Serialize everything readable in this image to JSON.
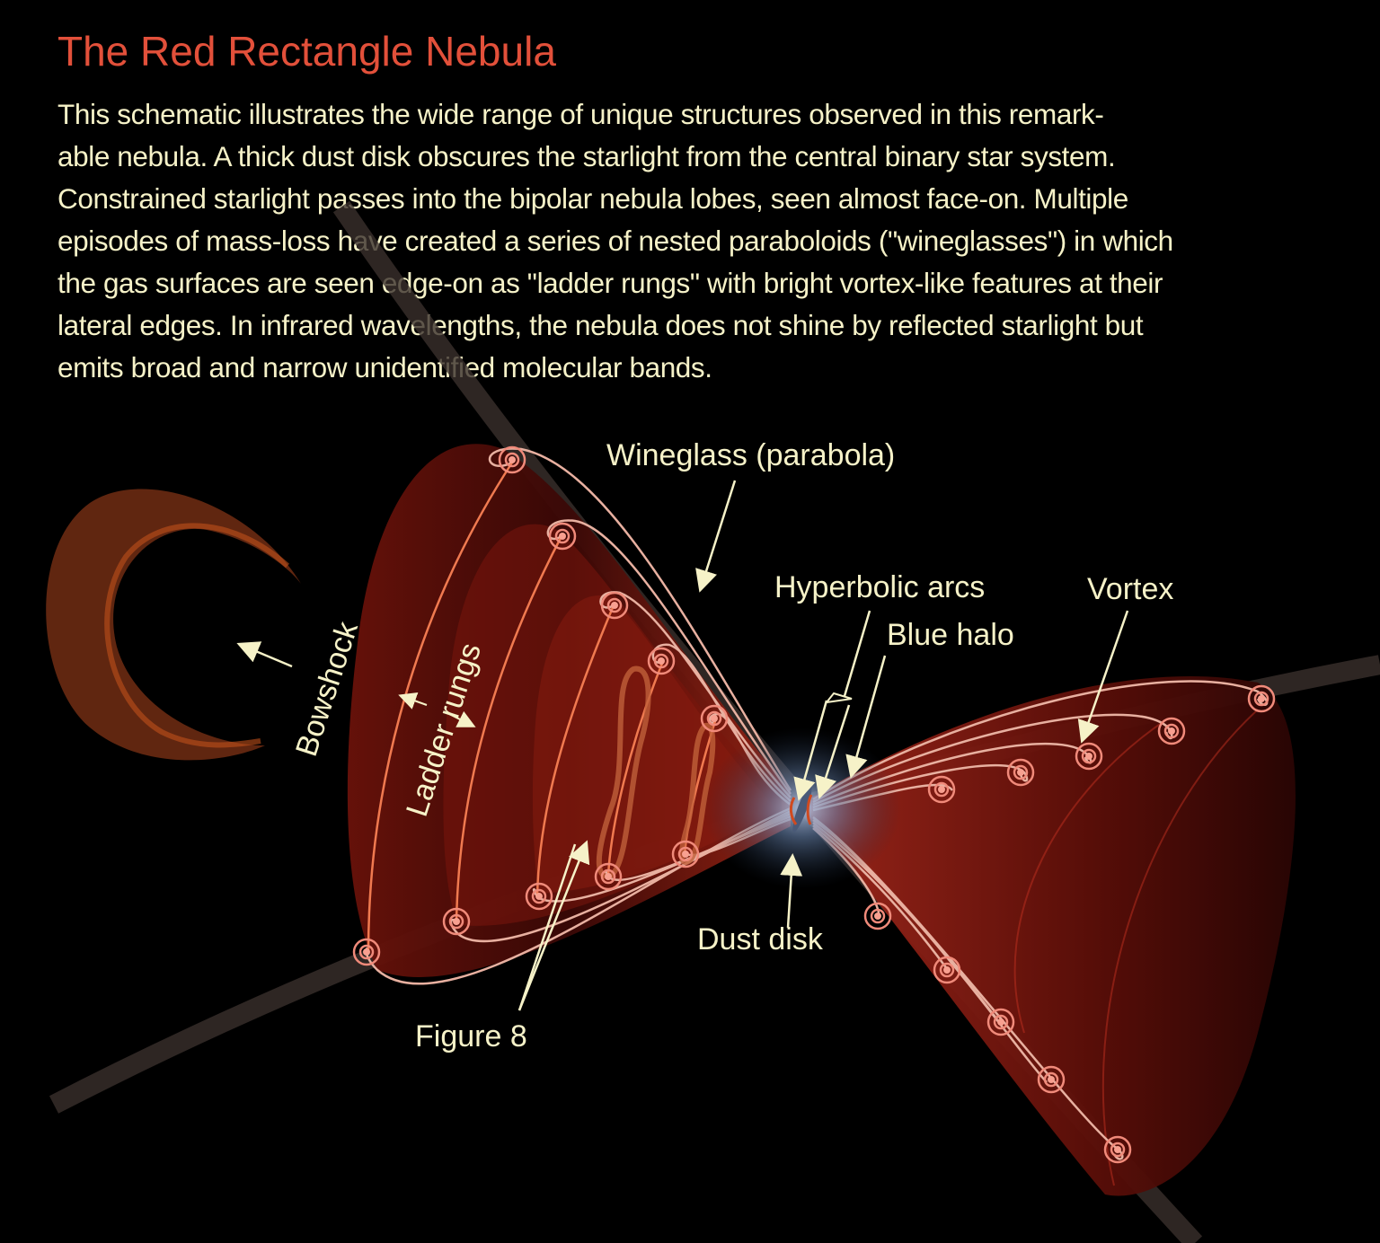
{
  "header": {
    "title": "The Red Rectangle Nebula",
    "title_color": "#e2503a",
    "description_lines": [
      "This schematic illustrates the wide range of unique structures observed in this remark-",
      "able nebula. A thick dust disk obscures the starlight from the central binary star system.",
      "Constrained starlight passes into the bipolar nebula lobes, seen almost face-on.  Multiple",
      "episodes of mass-loss have created a series of nested paraboloids (\"wineglasses\") in which",
      "the gas surfaces are seen edge-on as \"ladder rungs\" with bright vortex-like features at their",
      "lateral edges.  In infrared wavelengths,  the nebula does not shine by reflected starlight but",
      "emits broad and narrow unidentified molecular bands."
    ],
    "text_color": "#f6f2c8"
  },
  "diagram": {
    "labels": {
      "wineglass": "Wineglass (parabola)",
      "hyperbolic_arcs": "Hyperbolic arcs",
      "blue_halo": "Blue halo",
      "vortex": "Vortex",
      "bowshock": "Bowshock",
      "ladder_rungs": "Ladder rungs",
      "dust_disk": "Dust disk",
      "figure8": "Figure 8"
    },
    "colors": {
      "lobe": "#8a1a10",
      "lobe_dark": "#2a0604",
      "spiral": "#f08a7a",
      "rung": "#f07a50",
      "halo": "#8aa0c8",
      "label": "#f6f2c8"
    }
  }
}
